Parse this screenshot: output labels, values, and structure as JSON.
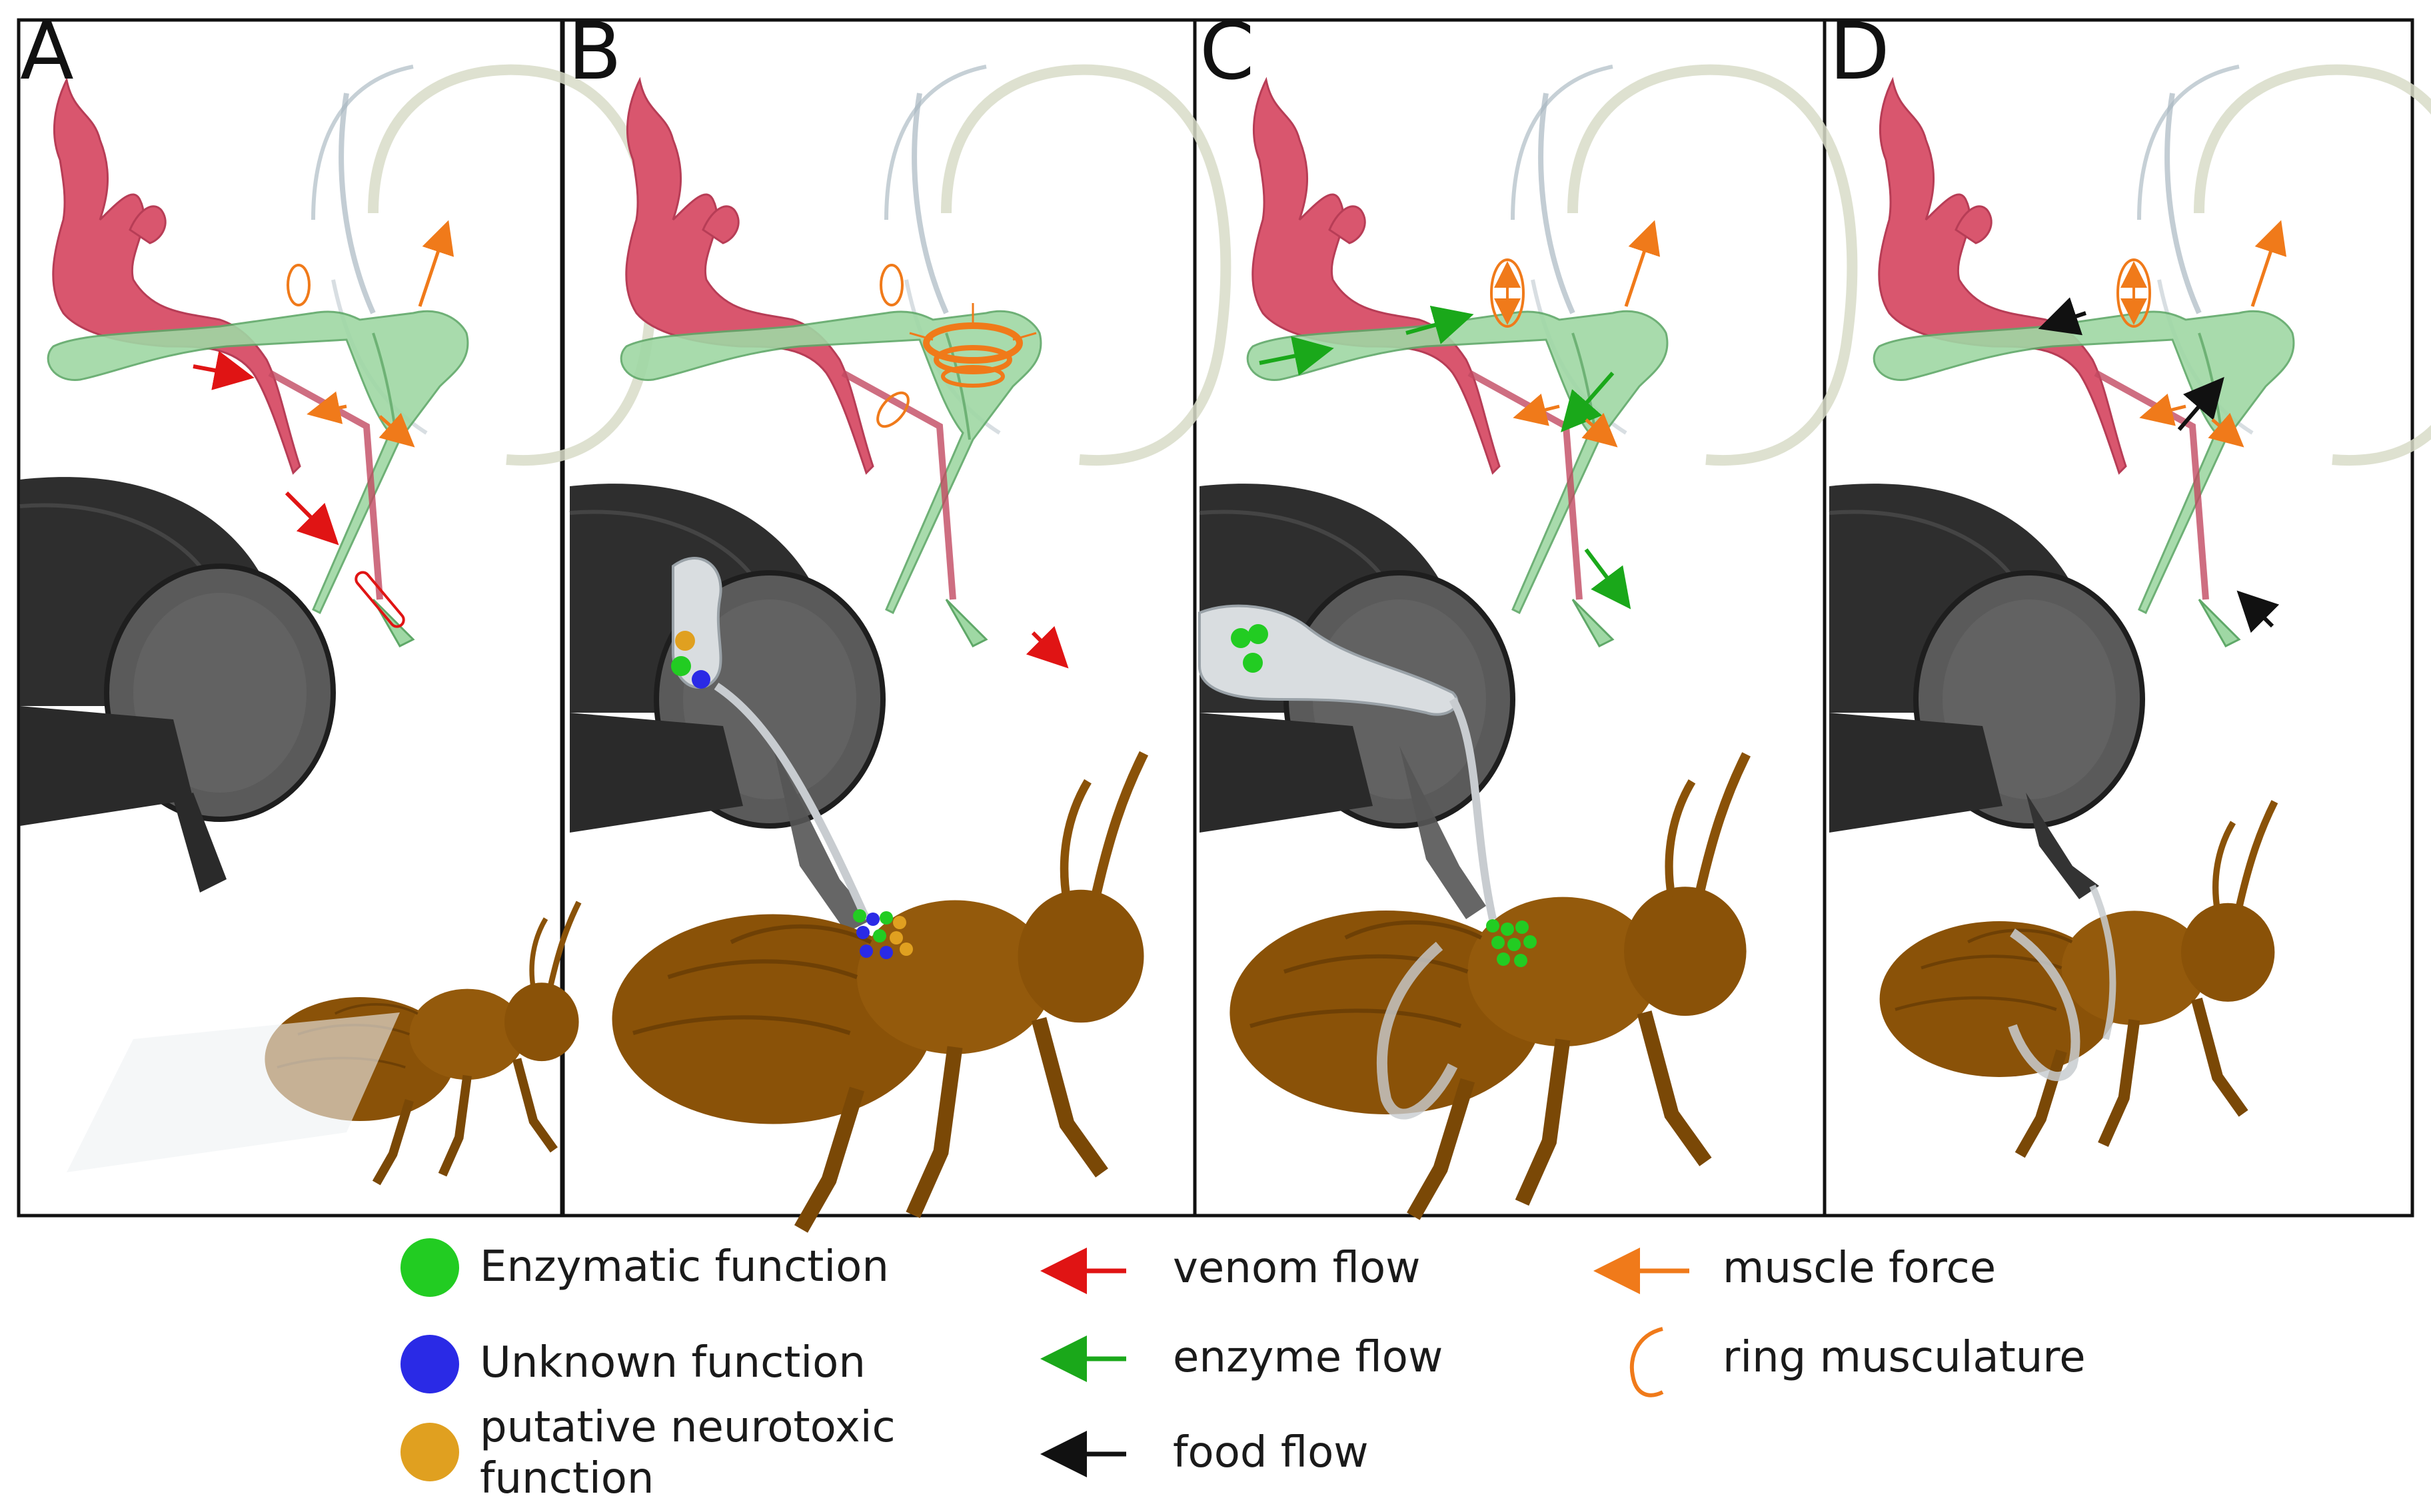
{
  "panels": [
    {
      "label": "A"
    },
    {
      "label": "B"
    },
    {
      "label": "C"
    },
    {
      "label": "D"
    }
  ],
  "legend": {
    "function_items": [
      {
        "label": "Enzymatic function",
        "color": "#22cc22"
      },
      {
        "label": "Unknown function",
        "color": "#2a2ae6"
      },
      {
        "label": "putative neurotoxic function",
        "color": "#e0a020"
      }
    ],
    "flow_items": [
      {
        "label": "venom flow",
        "color": "#e01414"
      },
      {
        "label": "enzyme flow",
        "color": "#1aa81a"
      },
      {
        "label": "food flow",
        "color": "#111111"
      }
    ],
    "muscle_items": [
      {
        "label": "muscle force",
        "color": "#f07a1a"
      },
      {
        "label": "ring musculature",
        "color": "#f07a1a"
      }
    ]
  },
  "colors": {
    "gland": "#d9566e",
    "duct": "#9fd8a4",
    "fly_head": "#2e2e2e",
    "fly_eye": "#5a5a5a",
    "prey": "#8a5208",
    "capsule": "#d9dde0"
  }
}
